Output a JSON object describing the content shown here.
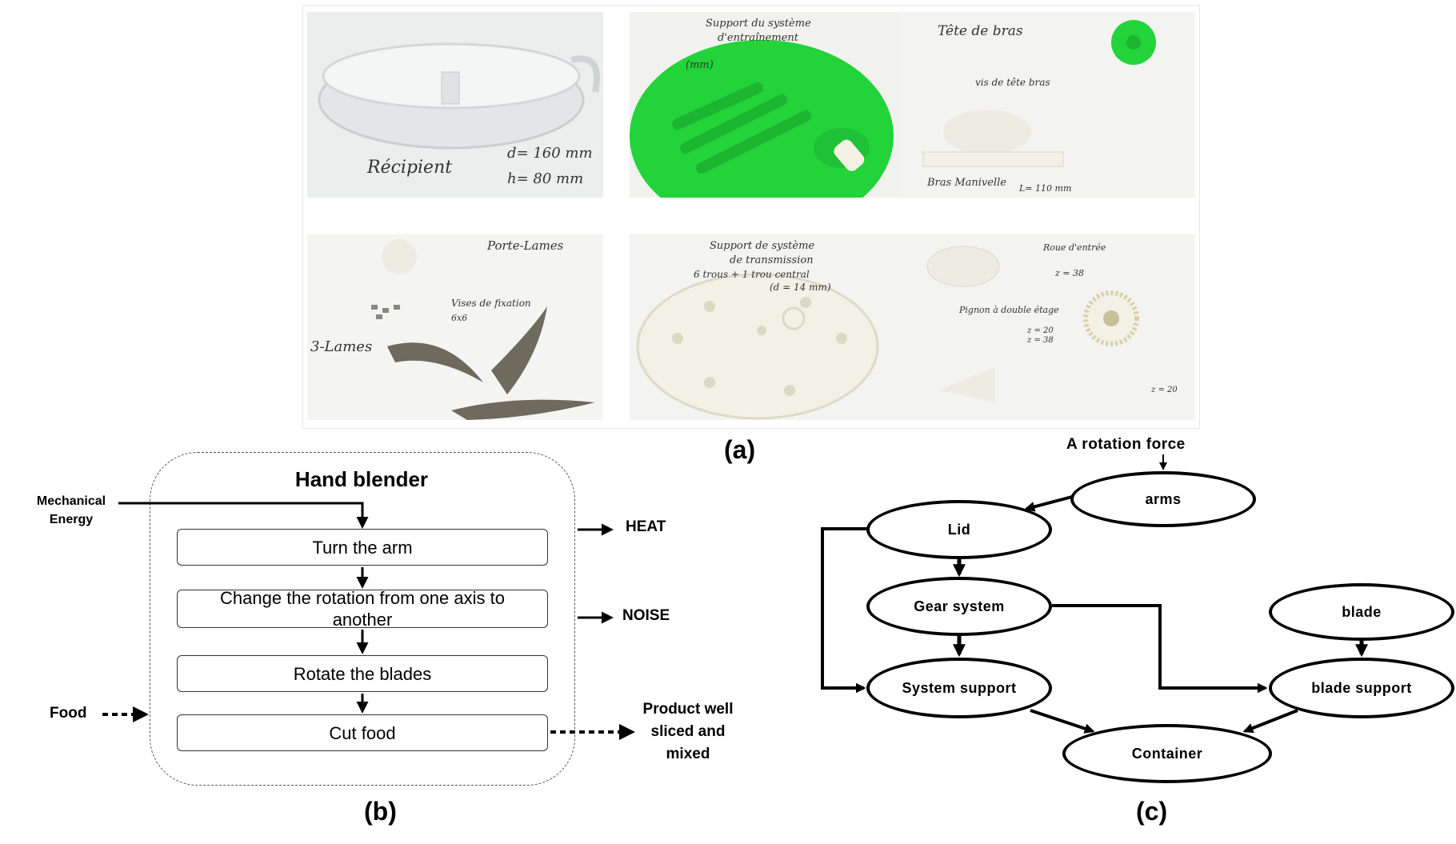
{
  "panel_a": {
    "caption": "(a)",
    "photos": [
      {
        "id": "recipient",
        "labels": [
          "Récipient",
          "d= 160 mm",
          "h= 80 mm"
        ]
      },
      {
        "id": "lid",
        "labels": [
          "Support du système",
          "d'entraînement",
          "(mm)"
        ]
      },
      {
        "id": "arm-head",
        "labels": [
          "Tête de bras",
          "vis de tête bras",
          "Bras Manivelle",
          "L= 110 mm"
        ]
      },
      {
        "id": "blade-holder",
        "labels": [
          "Porte-Lames",
          "Vises de fixation",
          "6x6",
          "3-Lames"
        ]
      },
      {
        "id": "transmission-support",
        "labels": [
          "Support de système",
          "de transmission",
          "6 trous + 1 trou central",
          "(d = 14 mm)"
        ]
      },
      {
        "id": "gears",
        "labels": [
          "Roue d'entrée",
          "z = 38",
          "Pignon à double étage",
          "z = 20",
          "z = 38",
          "z = 20"
        ]
      }
    ]
  },
  "panel_b": {
    "caption": "(b)",
    "title": "Hand blender",
    "steps": [
      "Turn the arm",
      "Change the rotation from one axis to another",
      "Rotate the blades",
      "Cut food"
    ],
    "inputs": {
      "energy": "Mechanical Energy",
      "food": "Food"
    },
    "outputs": {
      "heat": "HEAT",
      "noise": "NOISE",
      "product": "Product well sliced and mixed"
    }
  },
  "panel_c": {
    "caption": "(c)",
    "top_label": "A rotation force",
    "nodes": {
      "arms": "arms",
      "lid": "Lid",
      "gear": "Gear system",
      "system_support": "System support",
      "blade": "blade",
      "blade_support": "blade support",
      "container": "Container"
    }
  },
  "colors": {
    "lid_green": "#22d33a",
    "part_white": "#f3f1e6",
    "blade_grey": "#6f6a5e"
  }
}
